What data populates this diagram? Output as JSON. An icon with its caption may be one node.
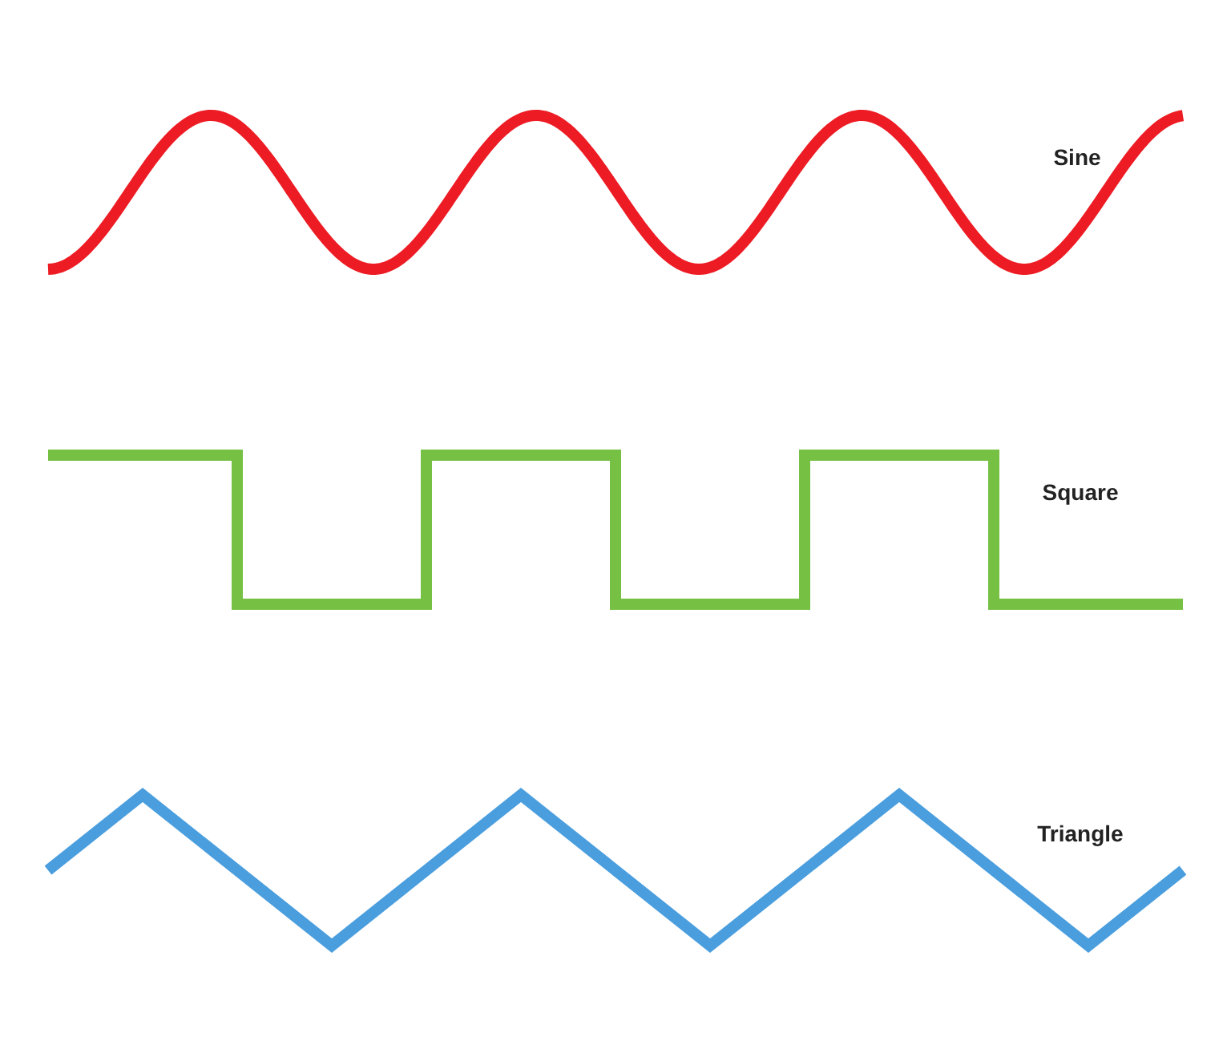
{
  "diagram": {
    "labels": [
      "Sine",
      "Square",
      "Triangle"
    ]
  }
}
